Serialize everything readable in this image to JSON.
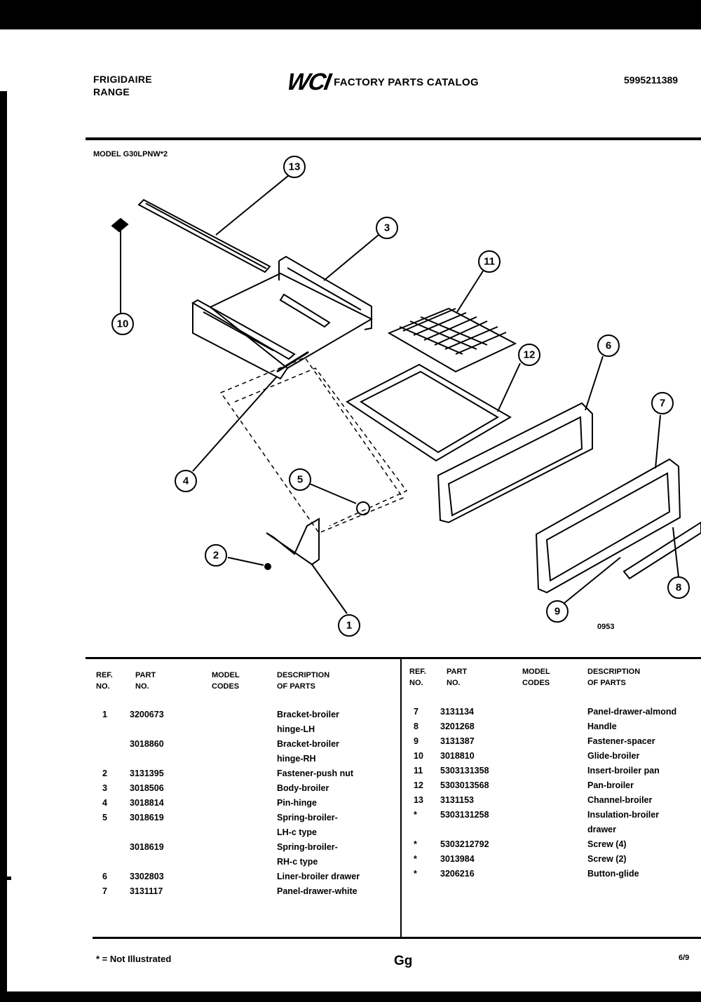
{
  "header": {
    "brand": "FRIGIDAIRE",
    "product": "RANGE",
    "logo": "WCI",
    "catalog_title": "FACTORY PARTS CATALOG",
    "catalog_number": "5995211389"
  },
  "model_label": "MODEL G30LPNW*2",
  "diagram": {
    "callouts": [
      "1",
      "2",
      "3",
      "4",
      "5",
      "6",
      "7",
      "8",
      "9",
      "10",
      "11",
      "12",
      "13"
    ],
    "drawing_code": "0953"
  },
  "table": {
    "headers": {
      "ref": "REF.\nNO.",
      "part": "PART\nNO.",
      "model": "MODEL\nCODES",
      "desc": "DESCRIPTION\nOF PARTS"
    },
    "left_rows": [
      {
        "ref": "1",
        "part": "3200673",
        "desc": "Bracket-broiler"
      },
      {
        "ref": "",
        "part": "",
        "desc": "hinge-LH"
      },
      {
        "ref": "",
        "part": "3018860",
        "desc": "Bracket-broiler"
      },
      {
        "ref": "",
        "part": "",
        "desc": "hinge-RH"
      },
      {
        "ref": "2",
        "part": "3131395",
        "desc": "Fastener-push nut"
      },
      {
        "ref": "3",
        "part": "3018506",
        "desc": "Body-broiler"
      },
      {
        "ref": "4",
        "part": "3018814",
        "desc": "Pin-hinge"
      },
      {
        "ref": "5",
        "part": "3018619",
        "desc": "Spring-broiler-"
      },
      {
        "ref": "",
        "part": "",
        "desc": "LH-c type"
      },
      {
        "ref": "",
        "part": "3018619",
        "desc": "Spring-broiler-"
      },
      {
        "ref": "",
        "part": "",
        "desc": "RH-c type"
      },
      {
        "ref": "6",
        "part": "3302803",
        "desc": "Liner-broiler drawer"
      },
      {
        "ref": "7",
        "part": "3131117",
        "desc": "Panel-drawer-white"
      }
    ],
    "right_rows": [
      {
        "ref": "7",
        "part": "3131134",
        "desc": "Panel-drawer-almond"
      },
      {
        "ref": "8",
        "part": "3201268",
        "desc": "Handle"
      },
      {
        "ref": "9",
        "part": "3131387",
        "desc": "Fastener-spacer"
      },
      {
        "ref": "10",
        "part": "3018810",
        "desc": "Glide-broiler"
      },
      {
        "ref": "11",
        "part": "5303131358",
        "desc": "Insert-broiler pan"
      },
      {
        "ref": "12",
        "part": "5303013568",
        "desc": "Pan-broiler"
      },
      {
        "ref": "13",
        "part": "3131153",
        "desc": "Channel-broiler"
      },
      {
        "ref": "*",
        "part": "5303131258",
        "desc": "Insulation-broiler"
      },
      {
        "ref": "",
        "part": "",
        "desc": "drawer"
      },
      {
        "ref": "*",
        "part": "5303212792",
        "desc": "Screw (4)"
      },
      {
        "ref": "*",
        "part": "3013984",
        "desc": "Screw (2)"
      },
      {
        "ref": "*",
        "part": "3206216",
        "desc": "Button-glide"
      }
    ]
  },
  "footer": {
    "note": "* = Not Illustrated",
    "page_code": "Gg",
    "date": "6/9"
  }
}
